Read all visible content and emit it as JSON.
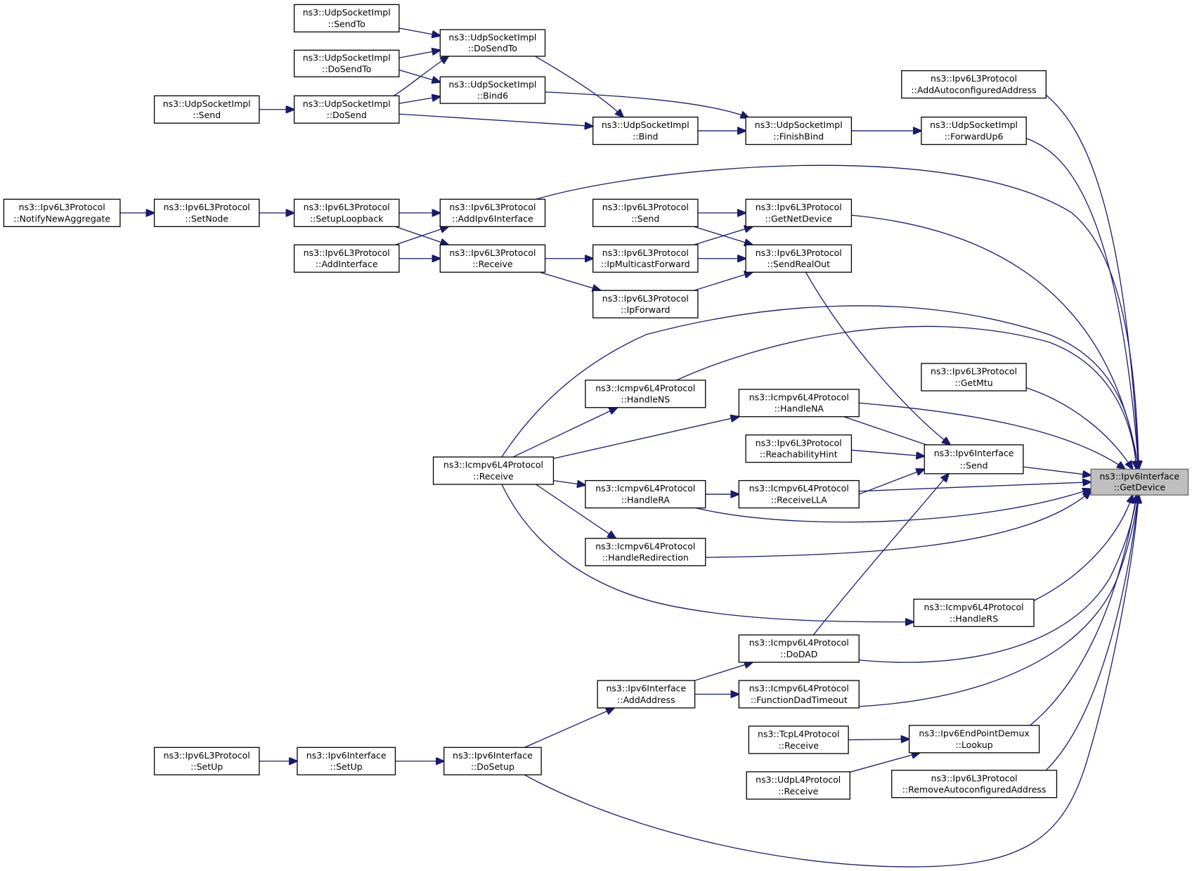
{
  "graph": {
    "edge_color": "#191970",
    "target_fill": "#bfbfbf",
    "nodes": [
      {
        "id": "target",
        "line1": "ns3::Ipv6Interface",
        "line2": "::GetDevice",
        "current": true
      },
      {
        "id": "udp_sendto",
        "line1": "ns3::UdpSocketImpl",
        "line2": "::SendTo"
      },
      {
        "id": "udp_dosendto",
        "line1": "ns3::UdpSocketImpl",
        "line2": "::DoSendTo"
      },
      {
        "id": "udp_dosendto_l",
        "line1": "ns3::UdpSocketImpl",
        "line2": "::DoSendTo"
      },
      {
        "id": "udp_bind6",
        "line1": "ns3::UdpSocketImpl",
        "line2": "::Bind6"
      },
      {
        "id": "udp_send",
        "line1": "ns3::UdpSocketImpl",
        "line2": "::Send"
      },
      {
        "id": "udp_dosend",
        "line1": "ns3::UdpSocketImpl",
        "line2": "::DoSend"
      },
      {
        "id": "udp_bind",
        "line1": "ns3::UdpSocketImpl",
        "line2": "::Bind"
      },
      {
        "id": "udp_finishbind",
        "line1": "ns3::UdpSocketImpl",
        "line2": "::FinishBind"
      },
      {
        "id": "udp_forwardup6",
        "line1": "ns3::UdpSocketImpl",
        "line2": "::ForwardUp6"
      },
      {
        "id": "ipv6l3_addautoconf",
        "line1": "ns3::Ipv6L3Protocol",
        "line2": "::AddAutoconfiguredAddress"
      },
      {
        "id": "ipv6l3_notify",
        "line1": "ns3::Ipv6L3Protocol",
        "line2": "::NotifyNewAggregate"
      },
      {
        "id": "ipv6l3_setnode",
        "line1": "ns3::Ipv6L3Protocol",
        "line2": "::SetNode"
      },
      {
        "id": "ipv6l3_setuploop",
        "line1": "ns3::Ipv6L3Protocol",
        "line2": "::SetupLoopback"
      },
      {
        "id": "ipv6l3_addipv6if",
        "line1": "ns3::Ipv6L3Protocol",
        "line2": "::AddIpv6Interface"
      },
      {
        "id": "ipv6l3_send",
        "line1": "ns3::Ipv6L3Protocol",
        "line2": "::Send"
      },
      {
        "id": "ipv6l3_getnetdev",
        "line1": "ns3::Ipv6L3Protocol",
        "line2": "::GetNetDevice"
      },
      {
        "id": "ipv6l3_addif",
        "line1": "ns3::Ipv6L3Protocol",
        "line2": "::AddInterface"
      },
      {
        "id": "ipv6l3_receive",
        "line1": "ns3::Ipv6L3Protocol",
        "line2": "::Receive"
      },
      {
        "id": "ipv6l3_ipmcast",
        "line1": "ns3::Ipv6L3Protocol",
        "line2": "::IpMulticastForward"
      },
      {
        "id": "ipv6l3_sendrealout",
        "line1": "ns3::Ipv6L3Protocol",
        "line2": "::SendRealOut"
      },
      {
        "id": "ipv6l3_ipforward",
        "line1": "ns3::Ipv6L3Protocol",
        "line2": "::IpForward"
      },
      {
        "id": "ipv6l3_getmtu",
        "line1": "ns3::Ipv6L3Protocol",
        "line2": "::GetMtu"
      },
      {
        "id": "icmp_handlens",
        "line1": "ns3::Icmpv6L4Protocol",
        "line2": "::HandleNS"
      },
      {
        "id": "icmp_handlena",
        "line1": "ns3::Icmpv6L4Protocol",
        "line2": "::HandleNA"
      },
      {
        "id": "ipv6l3_reachhint",
        "line1": "ns3::Ipv6L3Protocol",
        "line2": "::ReachabilityHint"
      },
      {
        "id": "ipv6if_send",
        "line1": "ns3::Ipv6Interface",
        "line2": "::Send"
      },
      {
        "id": "icmp_receive",
        "line1": "ns3::Icmpv6L4Protocol",
        "line2": "::Receive"
      },
      {
        "id": "icmp_handlera",
        "line1": "ns3::Icmpv6L4Protocol",
        "line2": "::HandleRA"
      },
      {
        "id": "icmp_receivella",
        "line1": "ns3::Icmpv6L4Protocol",
        "line2": "::ReceiveLLA"
      },
      {
        "id": "icmp_handleredir",
        "line1": "ns3::Icmpv6L4Protocol",
        "line2": "::HandleRedirection"
      },
      {
        "id": "icmp_handlers",
        "line1": "ns3::Icmpv6L4Protocol",
        "line2": "::HandleRS"
      },
      {
        "id": "icmp_dodad",
        "line1": "ns3::Icmpv6L4Protocol",
        "line2": "::DoDAD"
      },
      {
        "id": "ipv6if_addaddr",
        "line1": "ns3::Ipv6Interface",
        "line2": "::AddAddress"
      },
      {
        "id": "icmp_funcdad",
        "line1": "ns3::Icmpv6L4Protocol",
        "line2": "::FunctionDadTimeout"
      },
      {
        "id": "tcp_receive",
        "line1": "ns3::TcpL4Protocol",
        "line2": "::Receive"
      },
      {
        "id": "ipv6epd_lookup",
        "line1": "ns3::Ipv6EndPointDemux",
        "line2": "::Lookup"
      },
      {
        "id": "ipv6l3_setup",
        "line1": "ns3::Ipv6L3Protocol",
        "line2": "::SetUp"
      },
      {
        "id": "ipv6if_setup",
        "line1": "ns3::Ipv6Interface",
        "line2": "::SetUp"
      },
      {
        "id": "ipv6if_dosetup",
        "line1": "ns3::Ipv6Interface",
        "line2": "::DoSetup"
      },
      {
        "id": "udpl4_receive",
        "line1": "ns3::UdpL4Protocol",
        "line2": "::Receive"
      },
      {
        "id": "ipv6l3_removeautoconf",
        "line1": "ns3::Ipv6L3Protocol",
        "line2": "::RemoveAutoconfiguredAddress"
      }
    ],
    "edges": [
      {
        "from": "udp_sendto",
        "to": "udp_dosendto"
      },
      {
        "from": "udp_dosendto_l",
        "to": "udp_dosendto"
      },
      {
        "from": "udp_dosend",
        "to": "udp_dosendto"
      },
      {
        "from": "udp_dosendto_l",
        "to": "udp_bind6"
      },
      {
        "from": "udp_dosend",
        "to": "udp_bind6"
      },
      {
        "from": "udp_send",
        "to": "udp_dosend"
      },
      {
        "from": "udp_dosend",
        "to": "udp_bind"
      },
      {
        "from": "udp_dosendto",
        "to": "udp_bind"
      },
      {
        "from": "udp_bind6",
        "to": "udp_finishbind"
      },
      {
        "from": "udp_bind",
        "to": "udp_finishbind"
      },
      {
        "from": "udp_finishbind",
        "to": "udp_forwardup6"
      },
      {
        "from": "udp_forwardup6",
        "to": "target"
      },
      {
        "from": "ipv6l3_addautoconf",
        "to": "target"
      },
      {
        "from": "ipv6l3_notify",
        "to": "ipv6l3_setnode"
      },
      {
        "from": "ipv6l3_setnode",
        "to": "ipv6l3_setuploop"
      },
      {
        "from": "ipv6l3_setuploop",
        "to": "ipv6l3_addipv6if"
      },
      {
        "from": "ipv6l3_addif",
        "to": "ipv6l3_addipv6if"
      },
      {
        "from": "ipv6l3_setuploop",
        "to": "ipv6l3_receive"
      },
      {
        "from": "ipv6l3_addif",
        "to": "ipv6l3_receive"
      },
      {
        "from": "ipv6l3_addipv6if",
        "to": "target"
      },
      {
        "from": "ipv6l3_send",
        "to": "ipv6l3_getnetdev"
      },
      {
        "from": "ipv6l3_ipmcast",
        "to": "ipv6l3_getnetdev"
      },
      {
        "from": "ipv6l3_send",
        "to": "ipv6l3_sendrealout"
      },
      {
        "from": "ipv6l3_ipmcast",
        "to": "ipv6l3_sendrealout"
      },
      {
        "from": "ipv6l3_ipforward",
        "to": "ipv6l3_sendrealout"
      },
      {
        "from": "ipv6l3_receive",
        "to": "ipv6l3_ipmcast"
      },
      {
        "from": "ipv6l3_receive",
        "to": "ipv6l3_ipforward"
      },
      {
        "from": "ipv6l3_getnetdev",
        "to": "target"
      },
      {
        "from": "ipv6l3_sendrealout",
        "to": "ipv6if_send"
      },
      {
        "from": "ipv6l3_getmtu",
        "to": "target"
      },
      {
        "from": "icmp_receive",
        "to": "icmp_handlens"
      },
      {
        "from": "icmp_receive",
        "to": "icmp_handlena"
      },
      {
        "from": "icmp_receive",
        "to": "icmp_handlera"
      },
      {
        "from": "icmp_receive",
        "to": "icmp_handleredir"
      },
      {
        "from": "icmp_receive",
        "to": "icmp_handlers"
      },
      {
        "from": "icmp_receive",
        "to": "target"
      },
      {
        "from": "icmp_handlens",
        "to": "target"
      },
      {
        "from": "icmp_handlena",
        "to": "target"
      },
      {
        "from": "icmp_handlena",
        "to": "ipv6if_send"
      },
      {
        "from": "ipv6l3_reachhint",
        "to": "ipv6if_send"
      },
      {
        "from": "icmp_receivella",
        "to": "ipv6if_send"
      },
      {
        "from": "icmp_dodad",
        "to": "ipv6if_send"
      },
      {
        "from": "ipv6if_send",
        "to": "target"
      },
      {
        "from": "icmp_handlera",
        "to": "icmp_receivella"
      },
      {
        "from": "icmp_receivella",
        "to": "target"
      },
      {
        "from": "icmp_handlera",
        "to": "target"
      },
      {
        "from": "icmp_handleredir",
        "to": "target"
      },
      {
        "from": "icmp_handlers",
        "to": "target"
      },
      {
        "from": "icmp_dodad",
        "to": "target"
      },
      {
        "from": "ipv6if_addaddr",
        "to": "icmp_dodad"
      },
      {
        "from": "ipv6if_addaddr",
        "to": "icmp_funcdad"
      },
      {
        "from": "icmp_funcdad",
        "to": "target"
      },
      {
        "from": "ipv6if_dosetup",
        "to": "ipv6if_addaddr"
      },
      {
        "from": "ipv6l3_setup",
        "to": "ipv6if_setup"
      },
      {
        "from": "ipv6if_setup",
        "to": "ipv6if_dosetup"
      },
      {
        "from": "ipv6if_dosetup",
        "to": "target"
      },
      {
        "from": "tcp_receive",
        "to": "ipv6epd_lookup"
      },
      {
        "from": "udpl4_receive",
        "to": "ipv6epd_lookup"
      },
      {
        "from": "ipv6epd_lookup",
        "to": "target"
      },
      {
        "from": "ipv6l3_removeautoconf",
        "to": "target"
      }
    ]
  }
}
